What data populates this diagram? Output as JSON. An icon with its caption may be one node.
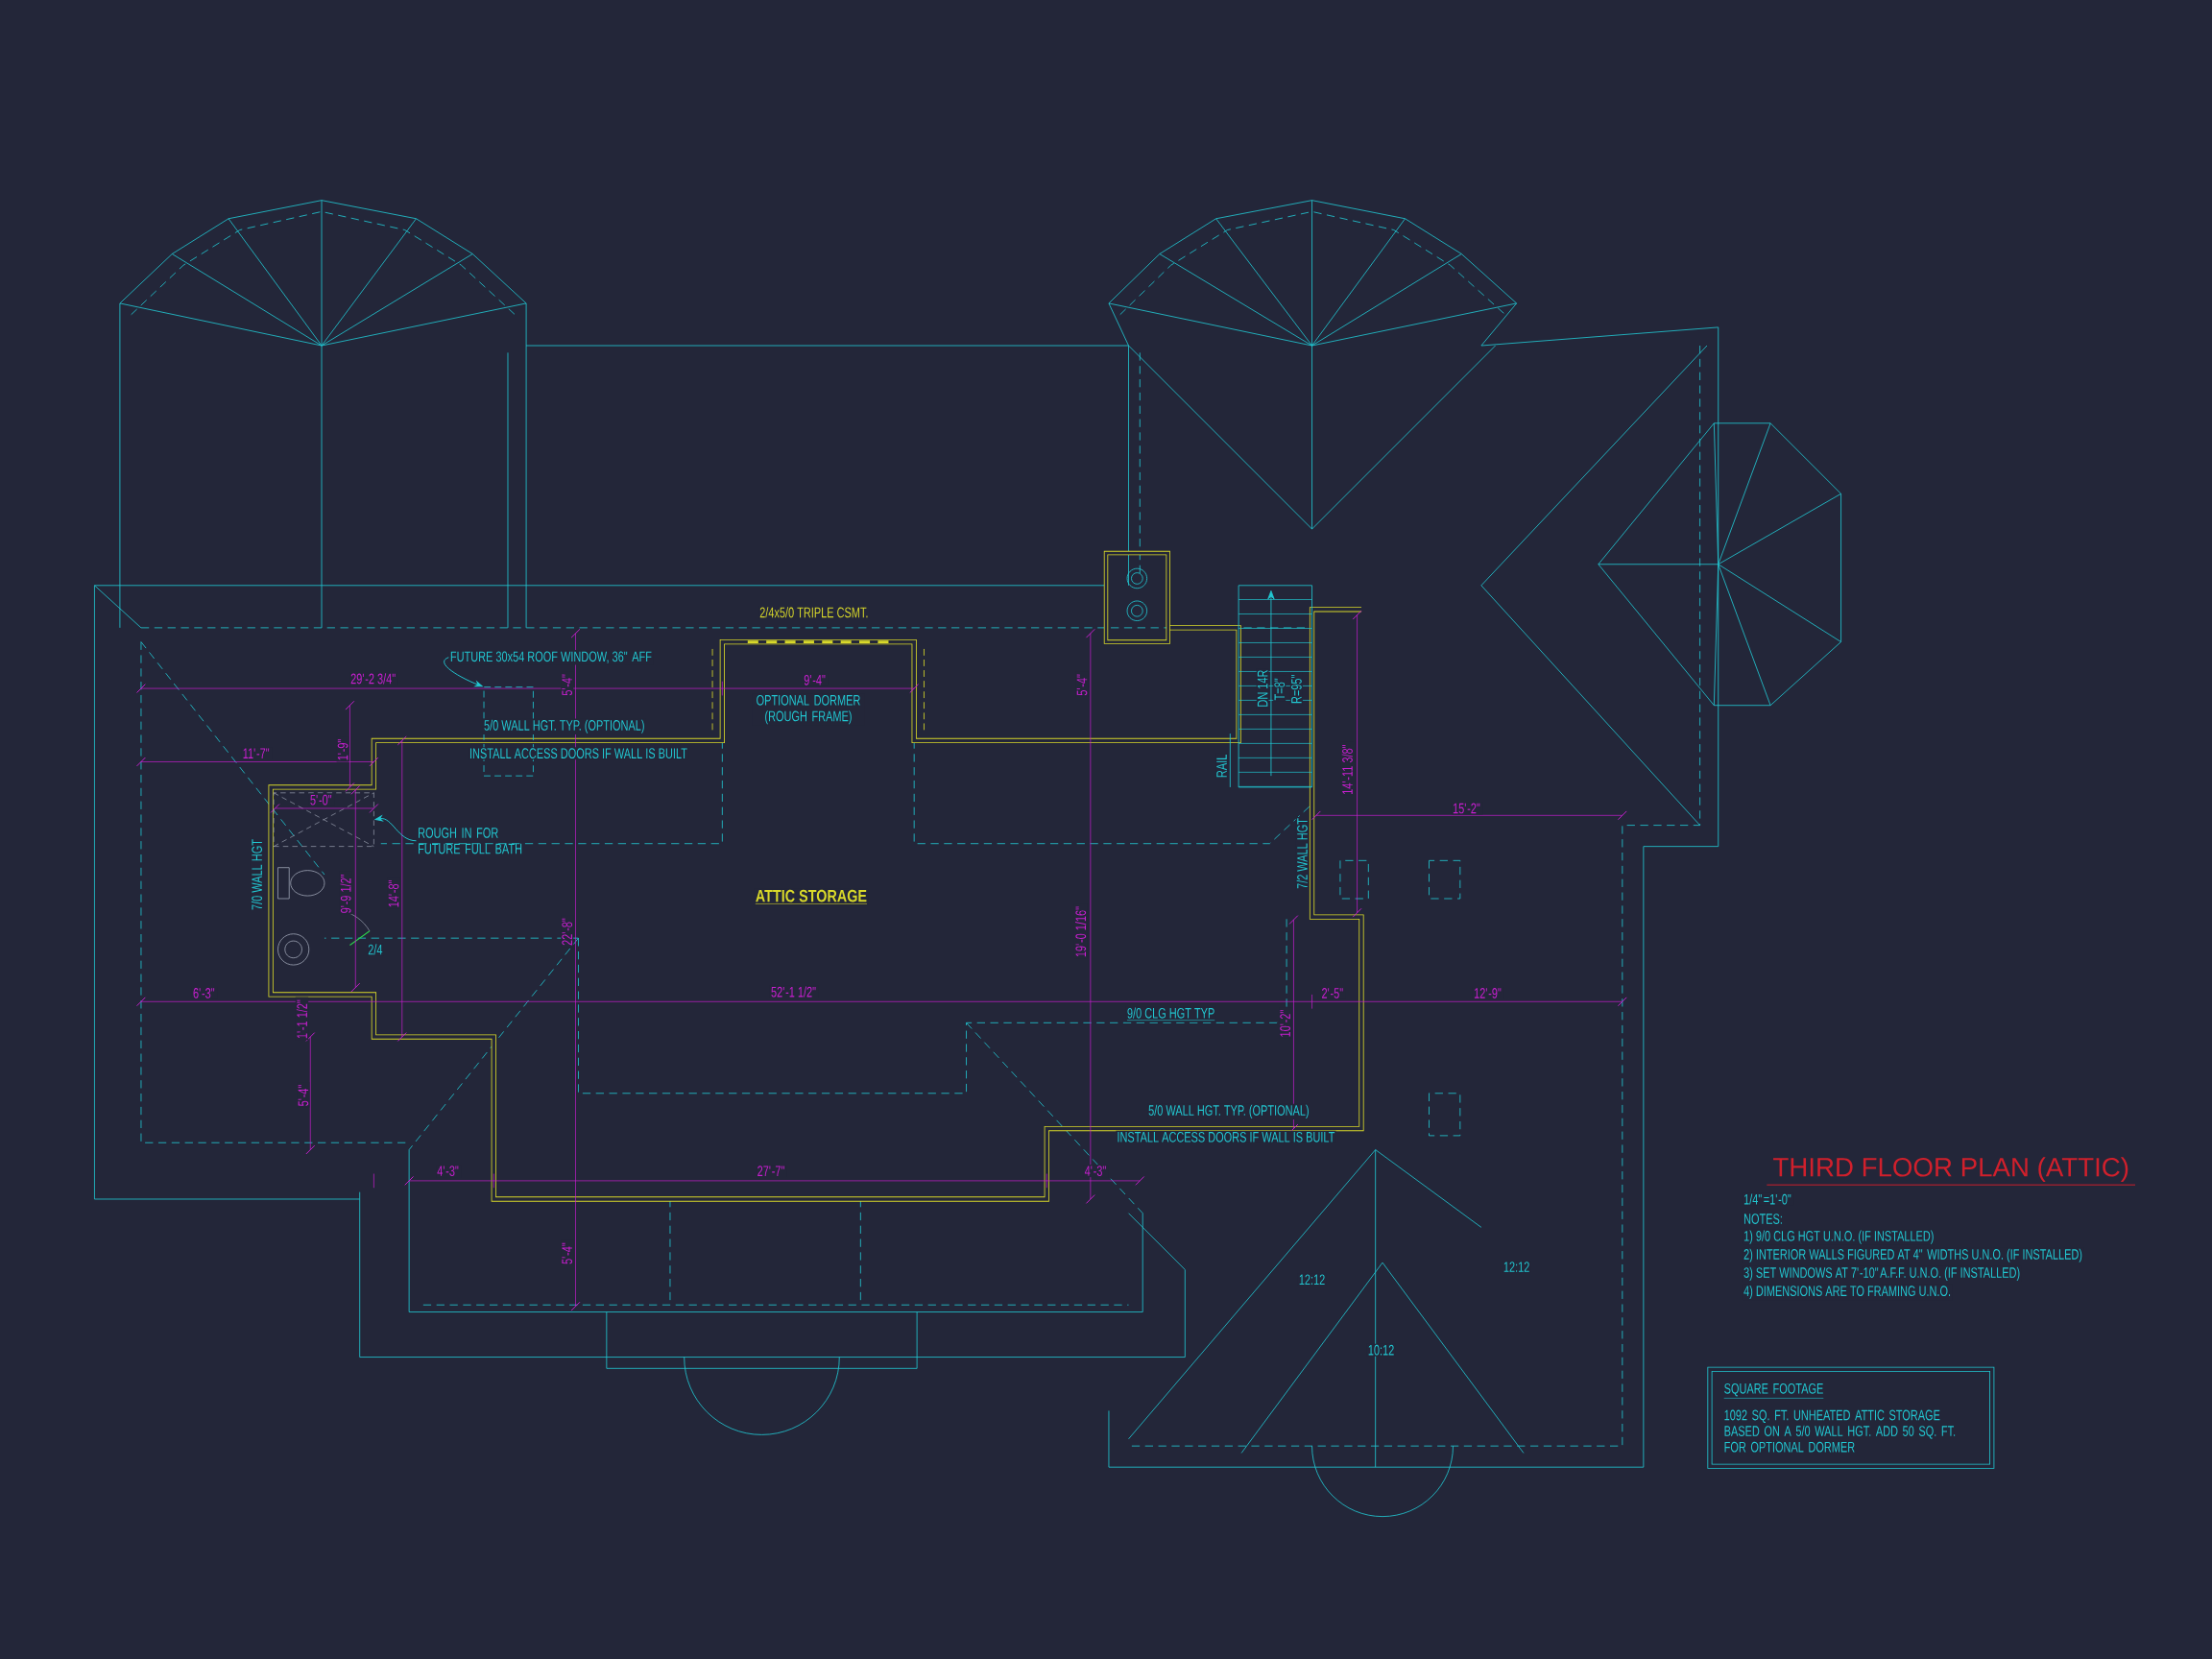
{
  "diagram": {
    "title": "THIRD FLOOR PLAN (ATTIC)",
    "nodes": [
      {
        "text": [
          "FUTURE 30x54 ROOF WINDOW, 36\" AFF"
        ]
      },
      {
        "text": [],
        "shape": "box"
      },
      {
        "text": [
          "ROUGH IN FOR FUTURE FULL BATH"
        ]
      },
      {
        "text": [],
        "shape": "box"
      },
      {
        "text": [
          "SQUARE FOOTAGE",
          "1092 SQ. FT. UNHEATED ATTIC STORAGE BASED ON A 5/0 WALL HGT. ADD 50 SQ. FT. FOR OPTIONAL DORMER"
        ]
      }
    ],
    "edges": [
      {
        "from": 0,
        "to": 1,
        "arrow": "to"
      },
      {
        "from": 2,
        "to": 3,
        "arrow": "to"
      }
    ],
    "labels": [
      "2/4x5/0 TRIPLE CSMT.",
      "29'-2 3/4\"",
      "5'-4\"",
      "9'-4\"",
      "5'-4\"",
      "DN 14R",
      "T=8\"",
      "R=95\"",
      "OPTIONAL DORMER (ROUGH FRAME)",
      "5/0 WALL HGT. TYP. (OPTIONAL)",
      "11'-7\"",
      "1'-9\"",
      "INSTALL ACCESS DOORS IF WALL IS BUILT",
      "RAIL",
      "14'-11 3/8\"",
      "5'-0\"",
      "15'-2\"",
      "7/0 WALL HGT",
      "9'-9 1/2\"",
      "2/4",
      "14'-8\"",
      "22'-8\"",
      "ATTIC STORAGE",
      "19'-0 1/16\"",
      "7/2 WALL HGT",
      "6'-3\"",
      "1'-1 1/2\"",
      "52'-1 1/2\"",
      "9/0 CLG HGT TYP",
      "10'-2\"",
      "2'-5\"",
      "12'-9\"",
      "5'-4\"",
      "5/0 WALL HGT. TYP. (OPTIONAL)",
      "INSTALL ACCESS DOORS IF WALL IS BUILT",
      "4'-3\"",
      "27'-7\"",
      "4'-3\"",
      "5'-4\"",
      "12:12",
      "12:12",
      "10:12",
      "1/4\"=1'-0\"",
      "NOTES:",
      "1) 9/0 CLG HGT U.N.O. (IF INSTALLED)",
      "2) INTERIOR WALLS FIGURED AT 4\" WIDTHS U.N.O. (IF INSTALLED)",
      "3) SET WINDOWS AT 7'-10\"A.F.F. U.N.O. (IF INSTALLED)",
      "4) DIMENSIONS ARE TO FRAMING U.N.O."
    ]
  }
}
